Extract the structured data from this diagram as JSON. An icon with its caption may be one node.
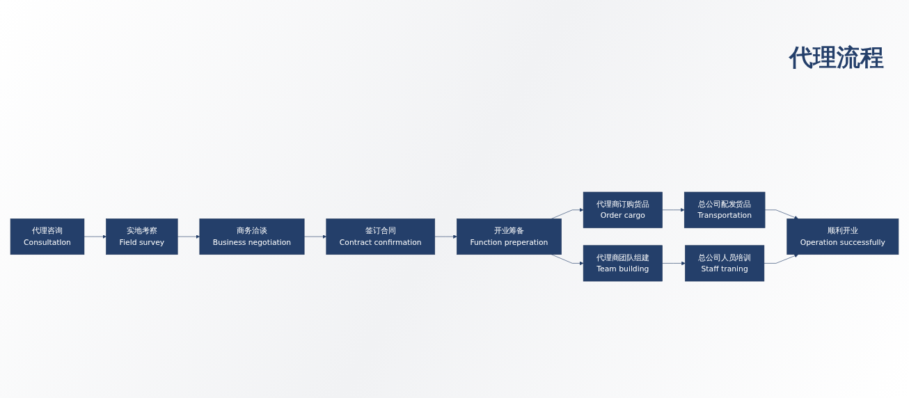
{
  "diagram": {
    "title": "代理流程",
    "nodes": [
      {
        "text": [
          "代理咨询",
          "Consultatlon"
        ]
      },
      {
        "text": [
          "实地考察",
          "Field survey"
        ]
      },
      {
        "text": [
          "商务洽谈",
          "Business negotiation"
        ]
      },
      {
        "text": [
          "签订合同",
          "Contract confirmation"
        ]
      },
      {
        "text": [
          "开业筹备",
          "Function preperation"
        ]
      },
      {
        "text": [
          "代理商订购货品",
          "Order cargo"
        ]
      },
      {
        "text": [
          "代理商团队组建",
          "Team building"
        ]
      },
      {
        "text": [
          "总公司配发货品",
          "Transportation"
        ]
      },
      {
        "text": [
          "总公司人员培训",
          "Staff traning"
        ]
      },
      {
        "text": [
          "顺利开业",
          "Operation successfully"
        ]
      }
    ],
    "edges": [
      {
        "from": 0,
        "to": 1,
        "arrow": "to"
      },
      {
        "from": 1,
        "to": 2,
        "arrow": "to"
      },
      {
        "from": 2,
        "to": 3,
        "arrow": "to"
      },
      {
        "from": 3,
        "to": 4,
        "arrow": "to"
      },
      {
        "from": 4,
        "to": 5,
        "arrow": "to"
      },
      {
        "from": 4,
        "to": 6,
        "arrow": "to"
      },
      {
        "from": 5,
        "to": 7,
        "arrow": "to"
      },
      {
        "from": 6,
        "to": 8,
        "arrow": "to"
      },
      {
        "from": 7,
        "to": 9,
        "arrow": "to"
      },
      {
        "from": 8,
        "to": 9,
        "arrow": "to"
      }
    ]
  }
}
